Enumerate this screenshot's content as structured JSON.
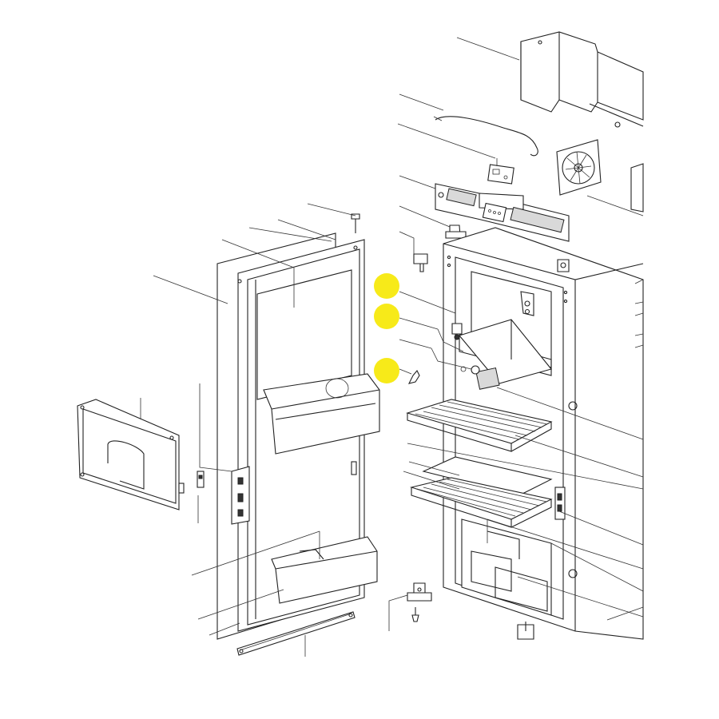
{
  "colors": {
    "background": "#ffffff",
    "line": "#222222",
    "highlight_marker": "#f7ea19",
    "shaded_part": "#d9d9d9"
  },
  "highlighted_parts": [
    "marker-1",
    "marker-2",
    "marker-3"
  ]
}
